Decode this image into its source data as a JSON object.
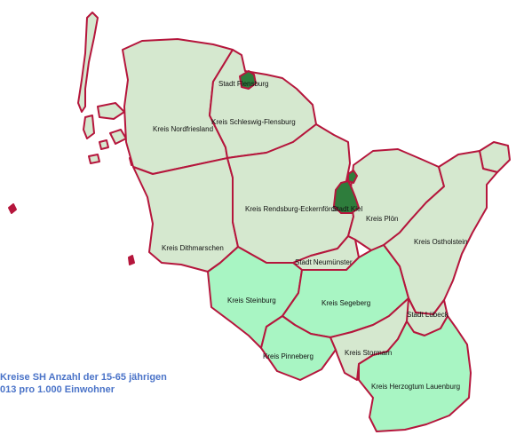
{
  "map": {
    "colors": {
      "border": "#b5163c",
      "low": "#d5e8cf",
      "medium": "#a8f5c3",
      "high": "#2e7d3c"
    },
    "districts": [
      {
        "label": "Stadt Flensburg",
        "class": "high"
      },
      {
        "label": "Kreis Schleswig-Flensburg",
        "class": "low"
      },
      {
        "label": "Kreis Nordfriesland",
        "class": "low"
      },
      {
        "label": "Kreis Rendsburg-Eckernförde",
        "class": "low"
      },
      {
        "label": "Stadt Kiel",
        "class": "high"
      },
      {
        "label": "Kreis Plön",
        "class": "low"
      },
      {
        "label": "Kreis Ostholstein",
        "class": "low"
      },
      {
        "label": "Kreis Dithmarschen",
        "class": "low"
      },
      {
        "label": "Stadt Neumünster",
        "class": "low"
      },
      {
        "label": "Kreis Steinburg",
        "class": "medium"
      },
      {
        "label": "Kreis Segeberg",
        "class": "medium"
      },
      {
        "label": "Stadt Lübeck",
        "class": "low"
      },
      {
        "label": "Kreis Pinneberg",
        "class": "medium"
      },
      {
        "label": "Kreis Stormarn",
        "class": "low"
      },
      {
        "label": "Kreis Herzogtum Lauenburg",
        "class": "medium"
      }
    ]
  },
  "caption": {
    "line1": "Kreise SH Anzahl der 15-65 jährigen",
    "line2": "013 pro 1.000 Einwohner"
  }
}
